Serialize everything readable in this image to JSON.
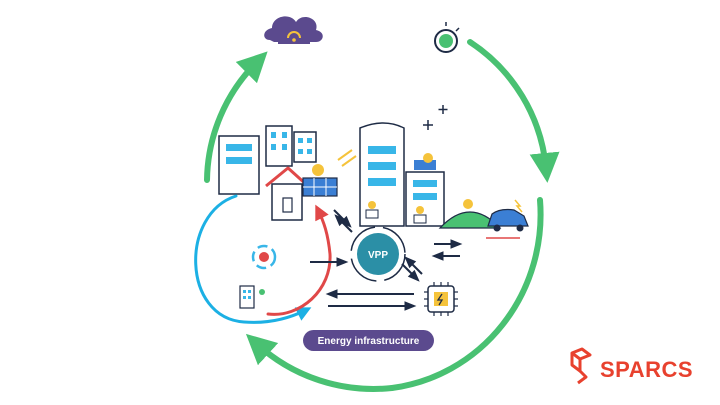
{
  "diagram": {
    "vpp_label": "VPP",
    "infrastructure_label": "Energy infrastructure"
  },
  "brand": {
    "name": "SPARCS",
    "color": "#e8412e"
  },
  "colors": {
    "cycle_green": "#49c172",
    "cloud_purple": "#5b4a8e",
    "vpp_teal": "#2b8fa6",
    "building_blue": "#38b6e8",
    "inner_blue": "#1cb0e4",
    "inner_red": "#e04848",
    "navy": "#1e2b45"
  },
  "icons": [
    "cloud-icon",
    "meter-icon",
    "vpp-hub-icon",
    "chip-icon",
    "electric-car-icon",
    "house-icon",
    "solar-panel-icon",
    "wind-turbine-icon"
  ]
}
